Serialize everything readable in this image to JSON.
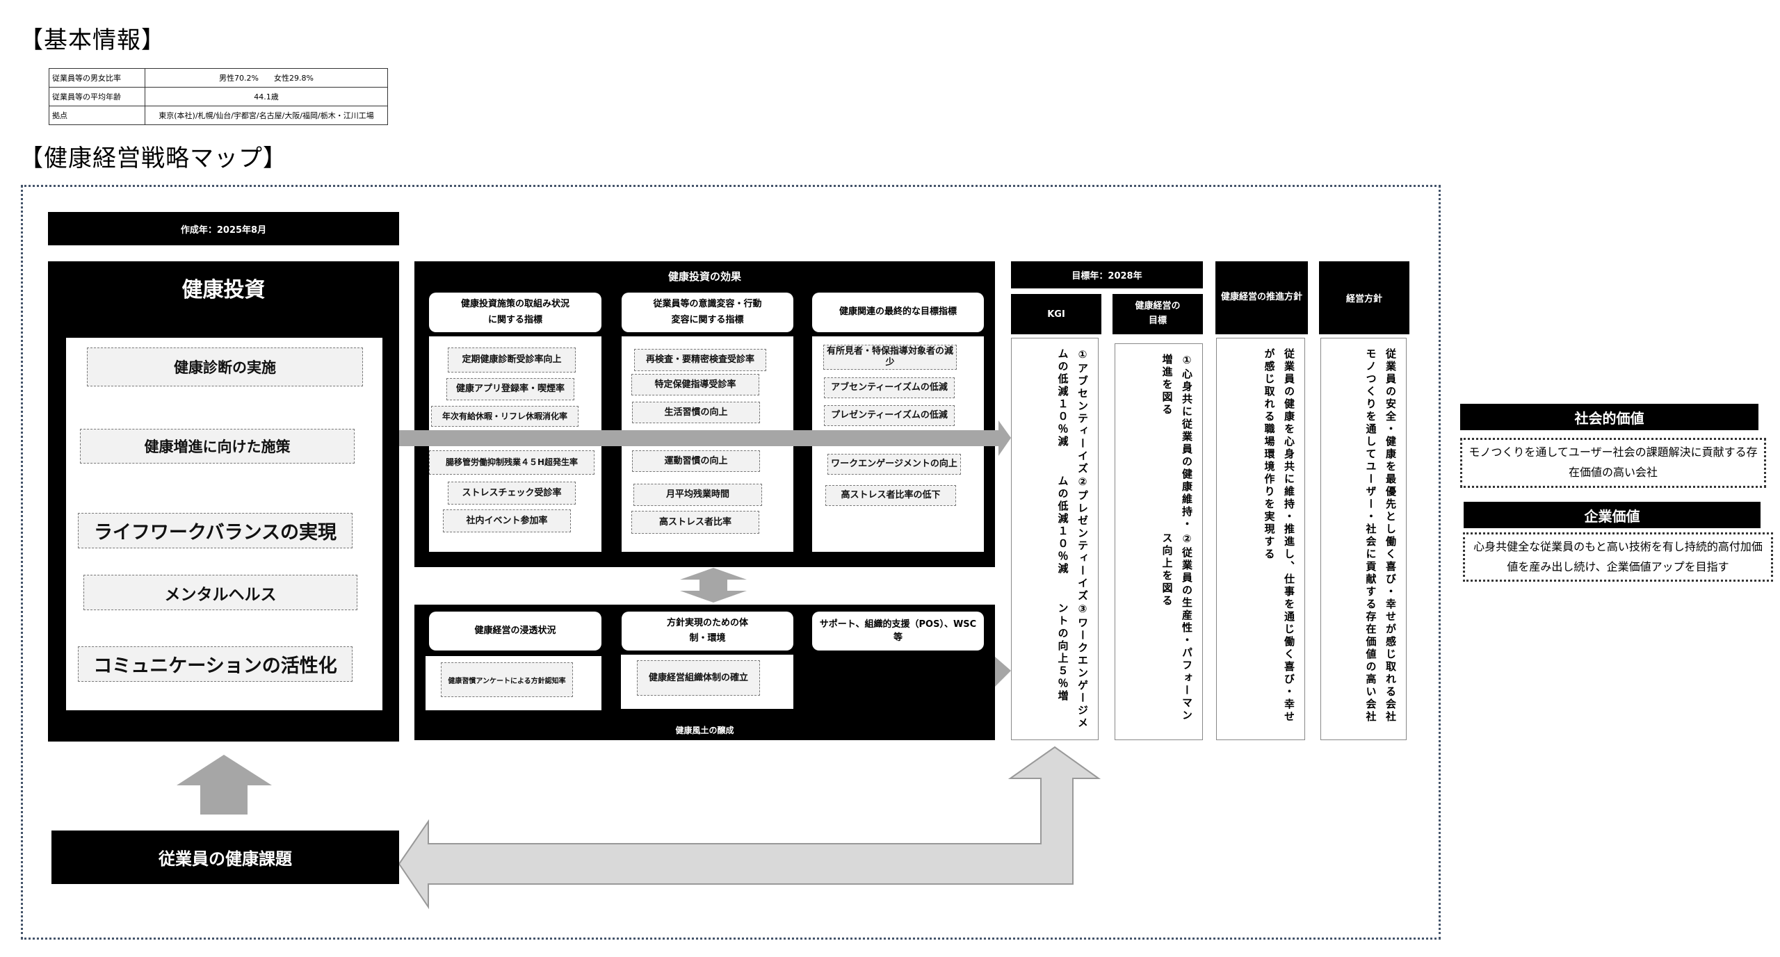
{
  "basic_info": {
    "title": "【基本情報】",
    "rows": [
      {
        "label": "従業員等の男女比率",
        "value": "男性70.2%　　女性29.8%"
      },
      {
        "label": "従業員等の平均年齢",
        "value": "44.1歳"
      },
      {
        "label": "拠点",
        "value": "東京(本社)/札幌/仙台/宇都宮/名古屋/大阪/福岡/栃木・江川工場"
      }
    ]
  },
  "map": {
    "title": "【健康経営戦略マップ】",
    "created": "作成年：2025年8月",
    "investment": {
      "title": "健康投資",
      "items": [
        "健康診断の実施",
        "健康増進に向けた施策",
        "ライフワークバランスの実現",
        "メンタルヘルス",
        "コミュニケーションの活性化"
      ]
    },
    "effects": {
      "title": "健康投資の効果",
      "columns": [
        {
          "header": "健康投資施策の取組み状況に関する指標",
          "items": [
            "定期健康診断受診率向上",
            "健康アプリ登録率・喫煙率",
            "年次有給休暇・リフレ休暇消化率",
            "腸移管労働抑制残業４５H超発生率",
            "ストレスチェック受診率",
            "社内イベント参加率"
          ]
        },
        {
          "header": "従業員等の意識変容・行動変容に関する指標",
          "items": [
            "再検査・要精密検査受診率",
            "特定保健指導受診率",
            "生活習慣の向上",
            "運動習慣の向上",
            "月平均残業時間",
            "高ストレス者比率"
          ]
        },
        {
          "header": "健康関連の最終的な目標指標",
          "items": [
            "有所見者・特保指導対象者の減少",
            "アブセンティーイズムの低減",
            "プレゼンティーイズムの低減",
            "ワークエンゲージメントの向上",
            "高ストレス者比率の低下"
          ]
        }
      ]
    },
    "culture": {
      "footer": "健康風土の醸成",
      "columns": [
        {
          "header": "健康経営の浸透状況",
          "items": [
            "健康習慣アンケートによる方針認知率"
          ]
        },
        {
          "header": "方針実現のための体制・環境",
          "items": [
            "健康経営組織体制の確立"
          ]
        },
        {
          "header": "サポート、組織的支援（POS）、WSC等",
          "items": []
        }
      ]
    },
    "target_year": "目標年：2028年",
    "kgi": {
      "header": "KGI",
      "items": [
        "①アブセンティーイズムの低減１０％減",
        "②プレゼンティーイズムの低減１０％減",
        "③ワークエンゲージメントの向上５％増"
      ]
    },
    "goal": {
      "header": "健康経営の目標",
      "items": [
        "①心身共に従業員の健康維持・増進を図る",
        "②従業員の生産性・パフォーマンス向上を図る"
      ]
    },
    "policy": {
      "header": "健康経営の推進方針",
      "text": "従業員の健康を心身共に維持・推進し、仕事を通じ働く喜び・幸せが感じ取れる職場環境作りを実現する"
    },
    "management": {
      "header": "経営方針",
      "items": [
        "従業員の安全・健康を最優先とし働く喜び・幸せが感じ取れる会社",
        "モノつくりを通してユーザー・社会に貢献する存在価値の高い会社"
      ]
    },
    "employee_issue": "従業員の健康課題",
    "social_value": {
      "title": "社会的価値",
      "text": "モノつくりを通してユーザー社会の課題解決に貢献する存在価値の高い会社"
    },
    "corporate_value": {
      "title": "企業価値",
      "text": "心身共健全な従業員のもと高い技術を有し持続的高付加価値を産み出し続け、企業価値アップを目指す"
    }
  }
}
